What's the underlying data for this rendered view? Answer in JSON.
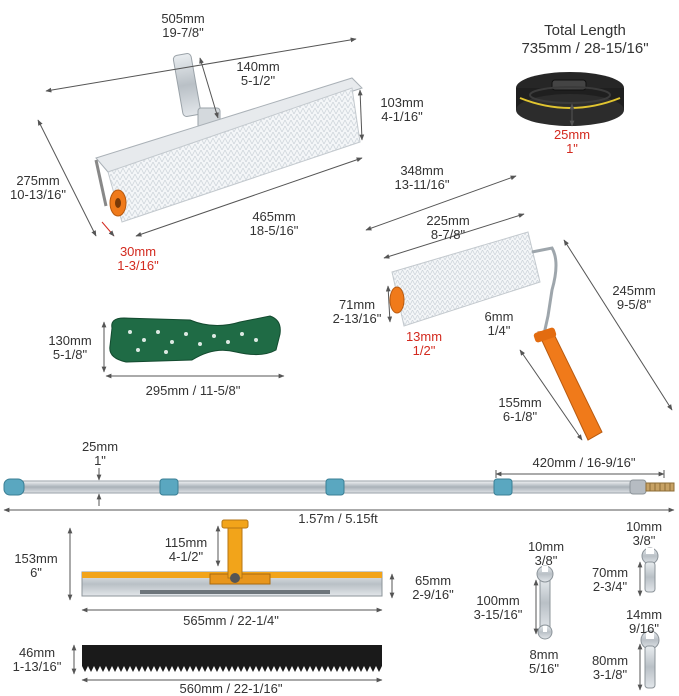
{
  "colors": {
    "dimension_line": "#555555",
    "red_text": "#d32a1f",
    "spike_white": "#eef0f2",
    "shoe_green": "#1f6b45",
    "handle_orange": "#f07a1a",
    "steel": "#c9ced3",
    "pole_teal": "#5aa7c0",
    "squeegee_black": "#1a1a1a"
  },
  "large_roller": {
    "width_mm": "505mm",
    "width_in": "19-7/8\"",
    "handle_mm": "140mm",
    "handle_in": "5-1/2\"",
    "diameter_mm": "103mm",
    "diameter_in": "4-1/16\"",
    "height_mm": "275mm",
    "height_in": "10-13/16\"",
    "roller_mm": "465mm",
    "roller_in": "18-5/16\"",
    "spike_mm": "30mm",
    "spike_in": "1-3/16\""
  },
  "strap": {
    "title": "Total Length",
    "length": "735mm / 28-15/16\"",
    "width_mm": "25mm",
    "width_in": "1\""
  },
  "small_roller": {
    "total_mm": "348mm",
    "total_in": "13-11/16\"",
    "roller_mm": "225mm",
    "roller_in": "8-7/8\"",
    "diameter_mm": "71mm",
    "diameter_in": "2-13/16\"",
    "spike_mm": "13mm",
    "spike_in": "1/2\"",
    "rod_mm": "6mm",
    "rod_in": "1/4\"",
    "height_mm": "245mm",
    "height_in": "9-5/8\"",
    "grip_mm": "155mm",
    "grip_in": "6-1/8\""
  },
  "shoe": {
    "height_mm": "130mm",
    "height_in": "5-1/8\"",
    "length": "295mm / 11-5/8\""
  },
  "pole": {
    "diameter_mm": "25mm",
    "diameter_in": "1\"",
    "section": "420mm / 16-9/16\"",
    "total": "1.57m / 5.15ft"
  },
  "spreader": {
    "height_mm": "153mm",
    "height_in": "6\"",
    "bracket_mm": "115mm",
    "bracket_in": "4-1/2\"",
    "blade_mm": "65mm",
    "blade_in": "2-9/16\"",
    "length": "565mm / 22-1/4\""
  },
  "squeegee": {
    "height_mm": "46mm",
    "height_in": "1-13/16\"",
    "length": "560mm / 22-1/16\""
  },
  "wrench_1": {
    "top_mm": "10mm",
    "top_in": "3/8\"",
    "length_mm": "100mm",
    "length_in": "3-15/16\"",
    "bottom_mm": "8mm",
    "bottom_in": "5/16\""
  },
  "wrench_2": {
    "top_mm": "10mm",
    "top_in": "3/8\"",
    "length_mm": "70mm",
    "length_in": "2-3/4\"",
    "bottom_mm": "14mm",
    "bottom_in": "9/16\"",
    "bottom_length_mm": "80mm",
    "bottom_length_in": "3-1/8\""
  }
}
